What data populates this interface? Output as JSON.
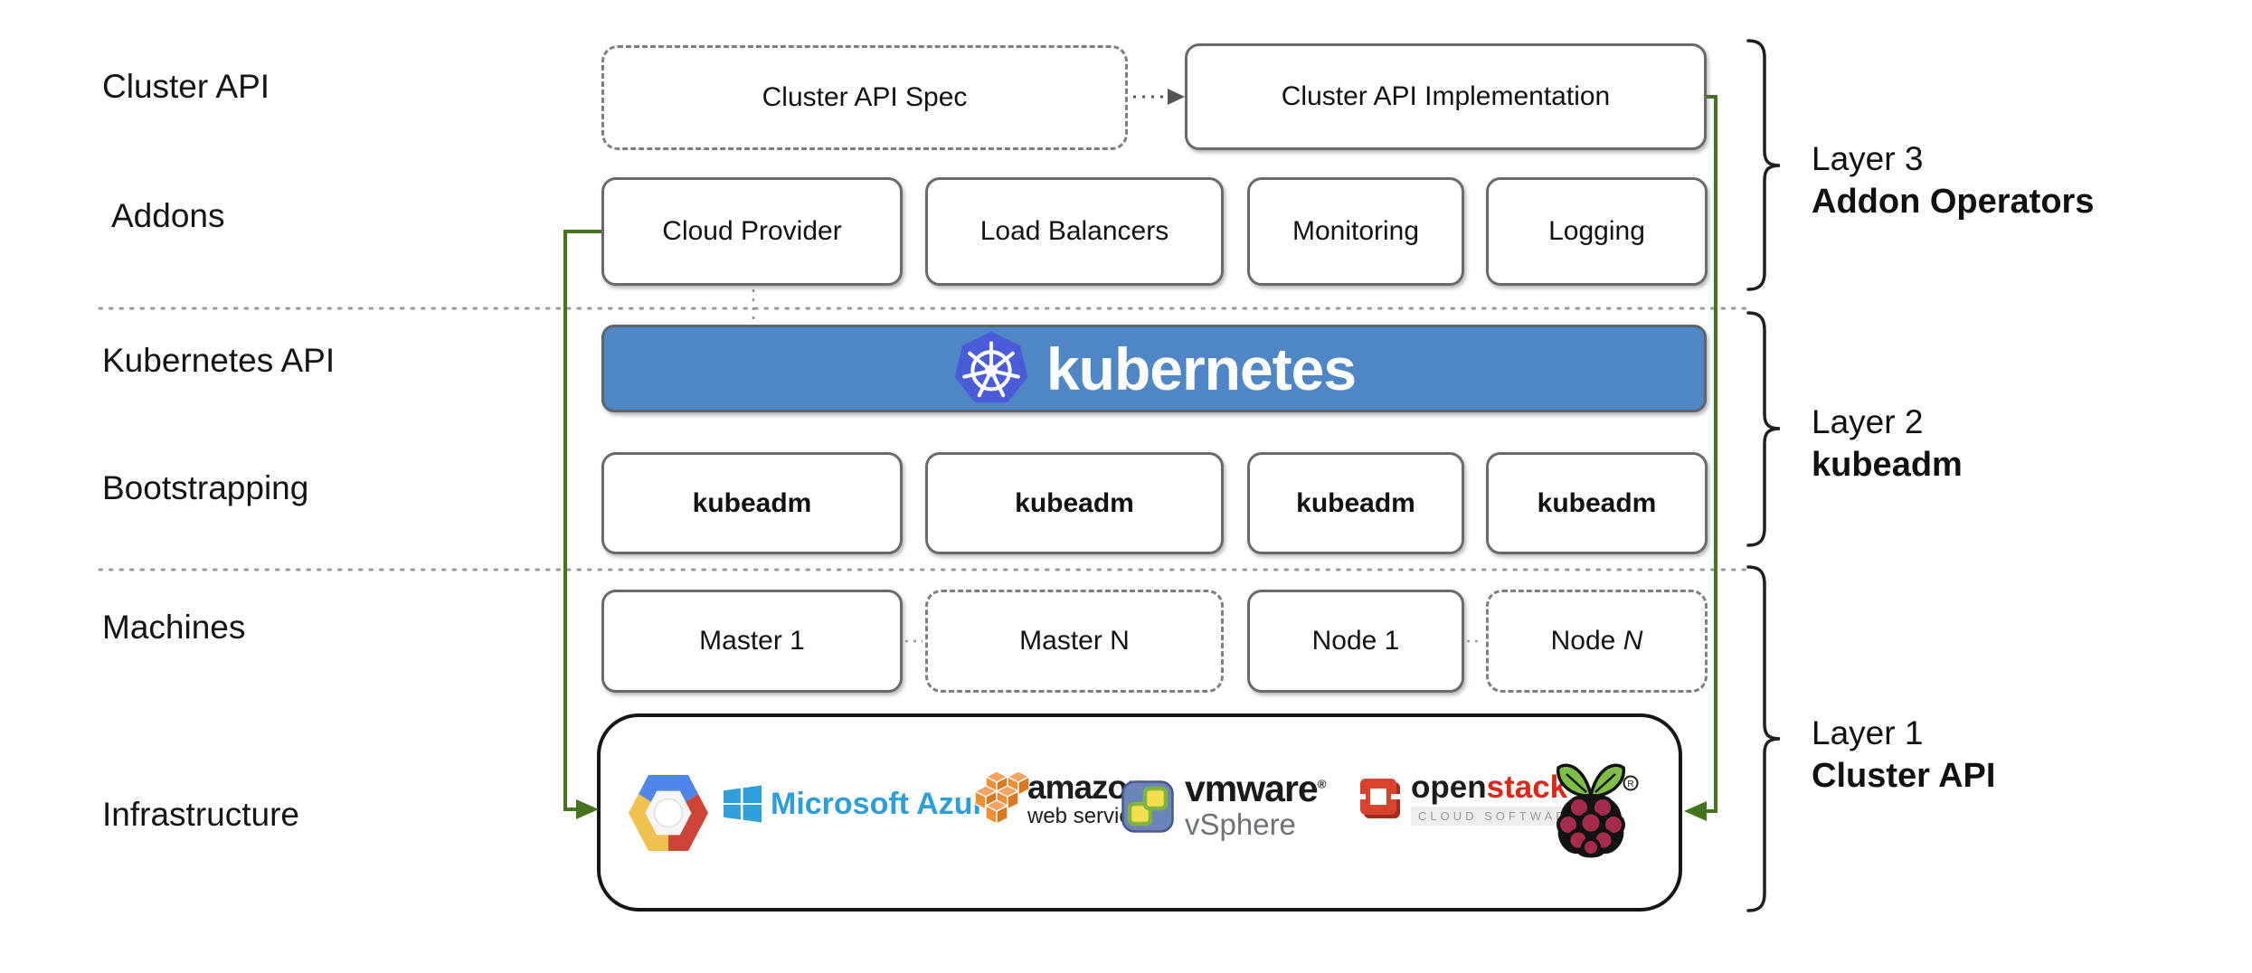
{
  "row_labels": {
    "cluster_api": "Cluster API",
    "addons": "Addons",
    "kubernetes_api": "Kubernetes API",
    "bootstrapping": "Bootstrapping",
    "machines": "Machines",
    "infrastructure": "Infrastructure"
  },
  "cluster_api_row": {
    "spec": "Cluster API Spec",
    "implementation": "Cluster API Implementation"
  },
  "addons_row": {
    "items": [
      "Cloud Provider",
      "Load Balancers",
      "Monitoring",
      "Logging"
    ]
  },
  "kubernetes_banner": {
    "label": "kubernetes",
    "logo": "kubernetes-wheel-icon",
    "bg_color": "#4f86c6",
    "logo_color": "#4a5cd8"
  },
  "bootstrapping_row": {
    "items": [
      "kubeadm",
      "kubeadm",
      "kubeadm",
      "kubeadm"
    ]
  },
  "machines_row": {
    "master_1": "Master 1",
    "master_n": "Master N",
    "node_1": "Node 1",
    "node_n_prefix": "Node ",
    "node_n_suffix": "N"
  },
  "infrastructure_row": {
    "providers": [
      {
        "name": "google-cloud"
      },
      {
        "name": "microsoft-azure",
        "text": "Microsoft Azure"
      },
      {
        "name": "amazon-web-services",
        "text": "amazon",
        "subtext": "web services"
      },
      {
        "name": "vmware-vsphere",
        "text": "vmware",
        "reg": "®",
        "subtext": "vSphere"
      },
      {
        "name": "openstack",
        "text_black": "open",
        "text_red": "stack",
        "tm": "™",
        "subtext": "CLOUD SOFTWARE"
      },
      {
        "name": "raspberry-pi",
        "reg": "®"
      }
    ]
  },
  "layers": [
    {
      "line1": "Layer 3",
      "line2": "Addon Operators"
    },
    {
      "line1": "Layer 2",
      "line2": "kubeadm"
    },
    {
      "line1": "Layer 1",
      "line2": "Cluster API"
    }
  ],
  "colors": {
    "banner_blue": "#4f86c6",
    "k8s_logo_blue": "#4a5cd8",
    "arrow_green": "#45741f",
    "box_border_gray": "#6a6a6a",
    "azure_blue": "#2f9ed8",
    "aws_orange": "#ed9135",
    "openstack_red": "#d8422e",
    "raspberry_red": "#a62c4e",
    "leaf_green": "#7dbf45"
  }
}
